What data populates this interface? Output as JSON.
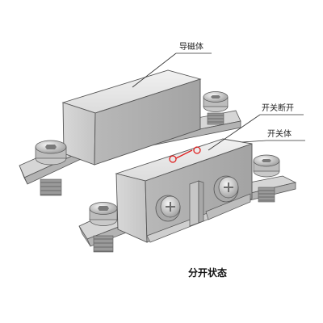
{
  "labels": {
    "magnet": "导磁体",
    "switch_open": "开关断开",
    "switch_body": "开关体"
  },
  "caption": "分开状态",
  "colors": {
    "metal_light": "#e6e6e6",
    "metal_mid": "#cfcfcf",
    "metal_dark": "#a9a9a9",
    "outline": "#555555",
    "indicator": "#e02020",
    "leader": "#333333"
  }
}
